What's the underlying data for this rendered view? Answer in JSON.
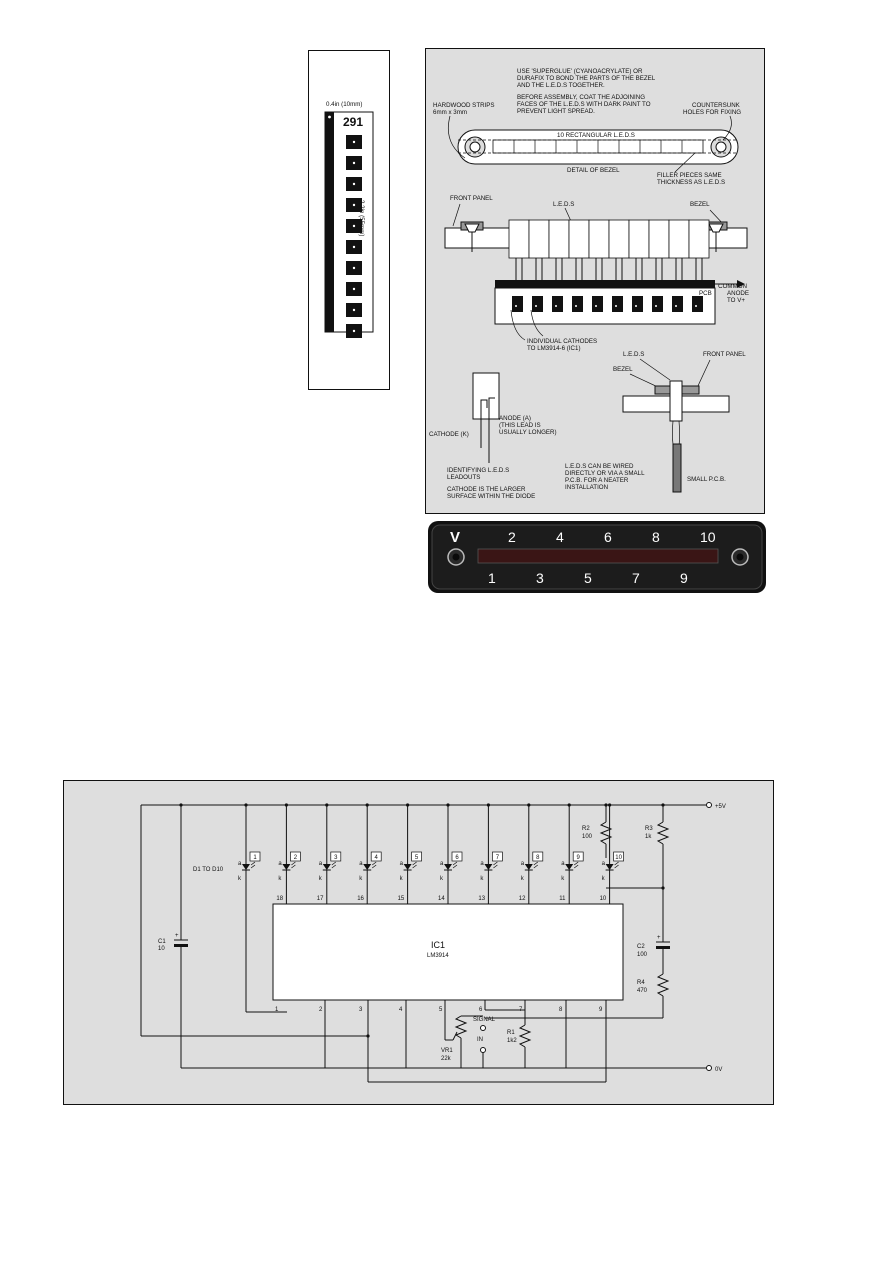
{
  "pcb": {
    "top_dim": "0.4in (10mm)",
    "side_dim": "2.2in (55mm)",
    "code": "291"
  },
  "assembly": {
    "note1": "USE 'SUPERGLUE' (CYANOACRYLATE) OR",
    "note2": "DURAFIX TO BOND THE PARTS OF THE BEZEL",
    "note3": "AND THE L.E.D.S TOGETHER.",
    "note4": "BEFORE ASSEMBLY, COAT THE ADJOINING",
    "note5": "FACES OF THE L.E.D.S WITH DARK PAINT TO",
    "note6": "PREVENT LIGHT SPREAD.",
    "hardwood1": "HARDWOOD STRIPS",
    "hardwood2": "6mm x 3mm",
    "countersunk1": "COUNTERSUNK",
    "countersunk2": "HOLES FOR FIXING",
    "rect_leds": "10 RECTANGULAR L.E.D.S",
    "detail": "DETAIL OF BEZEL",
    "filler1": "FILLER PIECES SAME",
    "filler2": "THICKNESS  AS L.E.D.S",
    "front_panel": "FRONT PANEL",
    "bezel": "BEZEL",
    "leds": "L.E.D.S",
    "pcb": "PCB",
    "common1": "COMMON",
    "common2": "ANODE",
    "common3": "TO V+",
    "cath1": "INDIVIDUAL CATHODES",
    "cath2": "TO LM3914-6 (IC1)",
    "sleds": "L.E.D.S",
    "sbezel": "BEZEL",
    "sfront": "FRONT PANEL",
    "cathode_k": "CATHODE (k)",
    "anode1": "ANODE (a)",
    "anode2": "(THIS LEAD IS",
    "anode3": "USUALLY LONGER)",
    "ident1": "IDENTIFYING L.E.D.S",
    "ident2": "LEADOUTS",
    "larger1": "CATHODE IS THE LARGER",
    "larger2": "SURFACE WITHIN THE DIODE",
    "wired1": "L.E.D.S CAN BE WIRED",
    "wired2": "DIRECTLY OR VIA A SMALL",
    "wired3": "P.C.B. FOR A NEATER",
    "wired4": "INSTALLATION",
    "small_pcb": "SMALL P.C.B."
  },
  "bezel_photo": {
    "v": "V",
    "top_nums": [
      "2",
      "4",
      "6",
      "8",
      "10"
    ],
    "bottom_nums": [
      "1",
      "3",
      "5",
      "7",
      "9"
    ]
  },
  "schematic": {
    "plus5v": "+5V",
    "zero_v": "0V",
    "ic_name": "IC1",
    "ic_part": "LM3914",
    "d_label": "D1 TO D10",
    "led_nums": [
      "1",
      "2",
      "3",
      "4",
      "5",
      "6",
      "7",
      "8",
      "9",
      "10"
    ],
    "top_pins": [
      "18",
      "17",
      "16",
      "15",
      "14",
      "13",
      "12",
      "11",
      "10"
    ],
    "bottom_pins": [
      "1",
      "2",
      "3",
      "4",
      "5",
      "6",
      "7",
      "8",
      "9"
    ],
    "anode_a": "a",
    "cathode_k": "k",
    "c1": "C1",
    "c1v": "10",
    "c2": "C2",
    "c2v": "100",
    "r2": "R2",
    "r2v": "100",
    "r3": "R3",
    "r3v": "1k",
    "r4": "R4",
    "r4v": "470",
    "r1": "R1",
    "r1v": "1k2",
    "vr1": "VR1",
    "vr1v": "22k",
    "signal1": "SIGNAL",
    "signal2": "IN"
  }
}
